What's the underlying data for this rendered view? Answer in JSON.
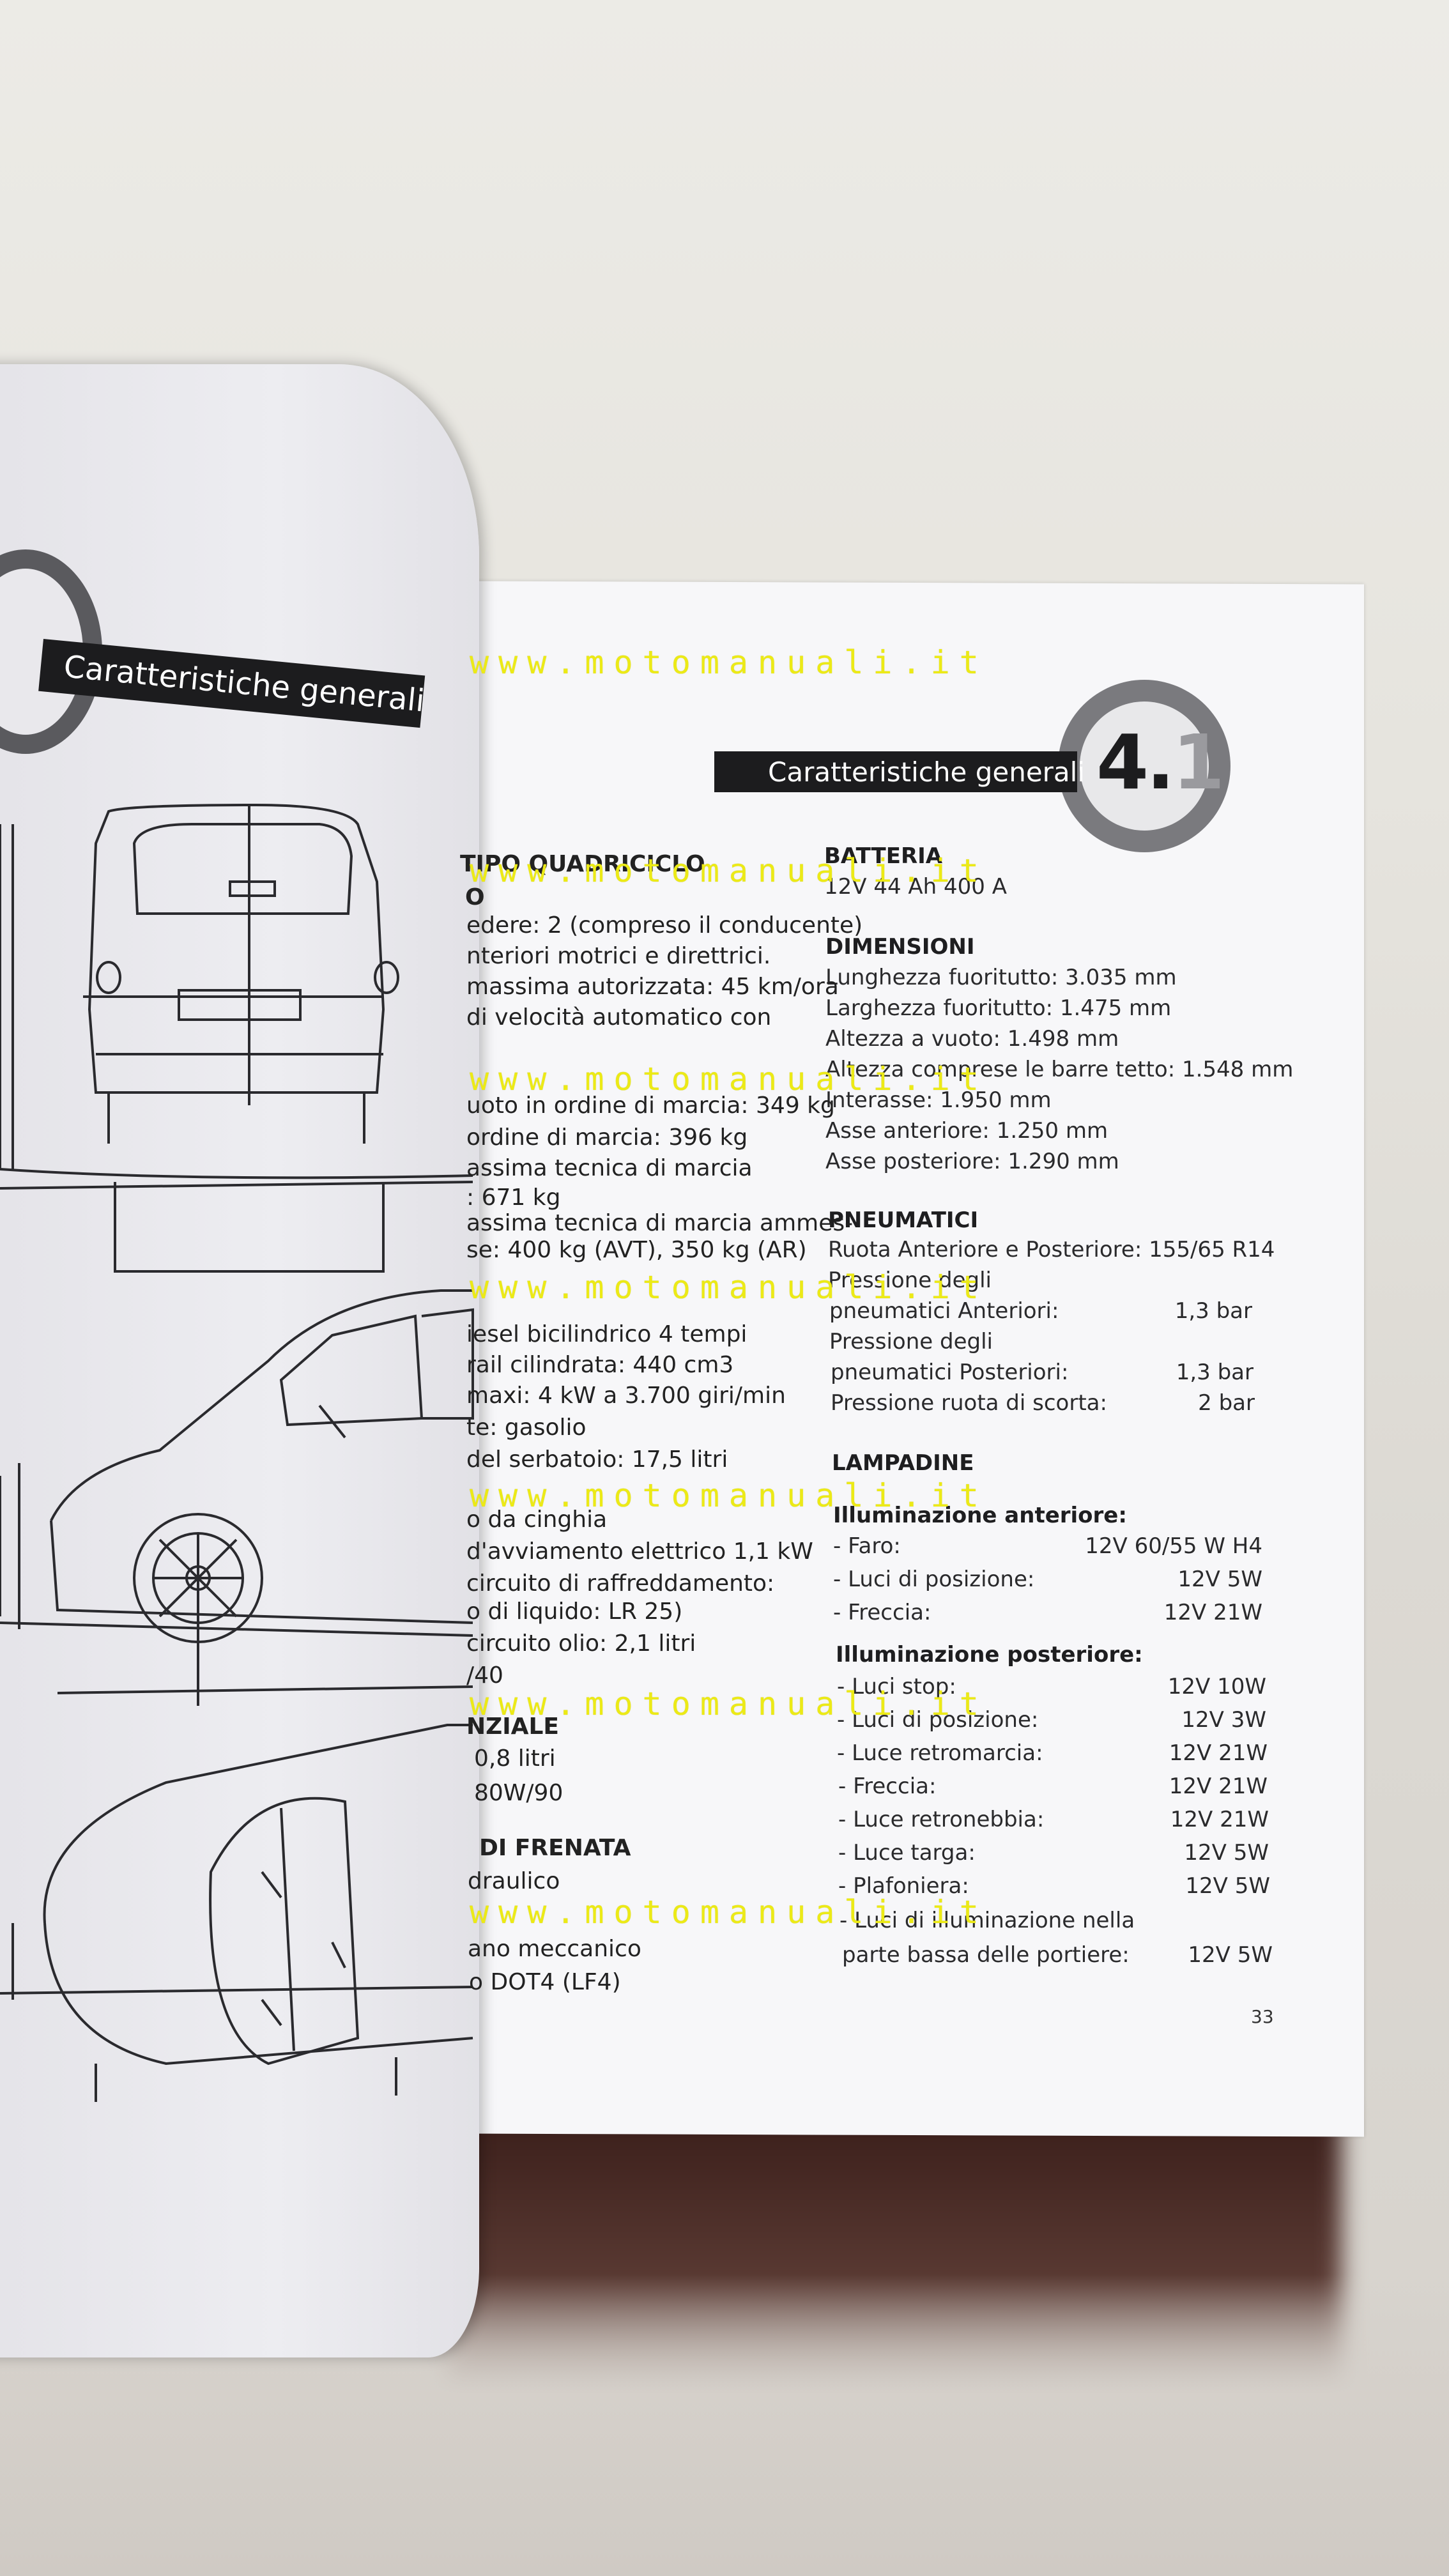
{
  "left_page": {
    "header_title": "Caratteristiche generali",
    "lines": [
      {
        "text": "TIPO QUADRICICLO",
        "bold": true
      },
      {
        "text": "O",
        "bold": true
      },
      {
        "text": "edere: 2 (compreso il conducente)"
      },
      {
        "text": "nteriori motrici e direttrici."
      },
      {
        "text": "massima autorizzata: 45 km/ora"
      },
      {
        "text": "di velocità automatico con"
      },
      {
        "text": "uoto in ordine di marcia: 349 kg"
      },
      {
        "text": "ordine di marcia: 396 kg"
      },
      {
        "text": "assima tecnica di marcia"
      },
      {
        "text": ": 671 kg"
      },
      {
        "text": "assima tecnica di marcia ammes-"
      },
      {
        "text": "se: 400 kg (AVT), 350 kg (AR)"
      },
      {
        "text": "iesel bicilindrico 4 tempi"
      },
      {
        "text": "rail cilindrata: 440 cm3"
      },
      {
        "text": "maxi: 4 kW a 3.700 giri/min"
      },
      {
        "text": "te: gasolio"
      },
      {
        "text": "del serbatoio: 17,5 litri"
      },
      {
        "text": "o da cinghia"
      },
      {
        "text": "d'avviamento elettrico 1,1 kW"
      },
      {
        "text": "circuito di raffreddamento:"
      },
      {
        "text": "o di liquido: LR 25)"
      },
      {
        "text": "circuito olio: 2,1 litri"
      },
      {
        "text": "/40"
      },
      {
        "text": "NZIALE",
        "bold": true
      },
      {
        "text": "0,8 litri"
      },
      {
        "text": "80W/90"
      },
      {
        "text": "DI FRENATA",
        "bold": true
      },
      {
        "text": "draulico"
      },
      {
        "text": "ano meccanico"
      },
      {
        "text": "o DOT4 (LF4)"
      }
    ]
  },
  "right_page": {
    "header_title": "Caratteristiche generali",
    "section_number": "4.",
    "section_sub": "1",
    "batteria": {
      "title": "BATTERIA",
      "value": "12V 44 Ah 400 A"
    },
    "dimensioni": {
      "title": "DIMENSIONI",
      "rows": [
        "Lunghezza fuoritutto: 3.035 mm",
        "Larghezza fuoritutto: 1.475 mm",
        "Altezza a vuoto: 1.498 mm",
        "Altezza comprese le barre tetto: 1.548 mm",
        "Interasse: 1.950 mm",
        "Asse anteriore: 1.250 mm",
        "Asse posteriore: 1.290 mm"
      ]
    },
    "pneumatici": {
      "title": "PNEUMATICI",
      "line1": "Ruota Anteriore e Posteriore: 155/65 R14",
      "rows": [
        {
          "label": "Pressione degli",
          "value": ""
        },
        {
          "label": "pneumatici Anteriori:",
          "value": "1,3 bar"
        },
        {
          "label": "Pressione degli",
          "value": ""
        },
        {
          "label": "pneumatici Posteriori:",
          "value": "1,3 bar"
        },
        {
          "label": "Pressione ruota di scorta:",
          "value": "2 bar"
        }
      ]
    },
    "lampadine": {
      "title": "LAMPADINE",
      "anteriore_title": "Illuminazione anteriore:",
      "anteriore": [
        {
          "label": "- Faro:",
          "value": "12V 60/55 W H4"
        },
        {
          "label": "- Luci di posizione:",
          "value": "12V 5W"
        },
        {
          "label": "- Freccia:",
          "value": "12V 21W"
        }
      ],
      "posteriore_title": "Illuminazione posteriore:",
      "posteriore": [
        {
          "label": "- Luci stop:",
          "value": "12V 10W"
        },
        {
          "label": "- Luci di posizione:",
          "value": "12V 3W"
        },
        {
          "label": "- Luce retromarcia:",
          "value": "12V 21W"
        },
        {
          "label": "- Freccia:",
          "value": "12V 21W"
        },
        {
          "label": "- Luce retronebbia:",
          "value": "12V 21W"
        },
        {
          "label": "- Luce targa:",
          "value": "12V 5W"
        },
        {
          "label": "- Plafoniera:",
          "value": "12V 5W"
        }
      ],
      "portiere_line1": "- Luci di illuminazione nella",
      "portiere_line2": "parte bassa delle portiere:",
      "portiere_value": "12V 5W"
    },
    "page_number": "33"
  },
  "watermark": "www.motomanuali.it"
}
